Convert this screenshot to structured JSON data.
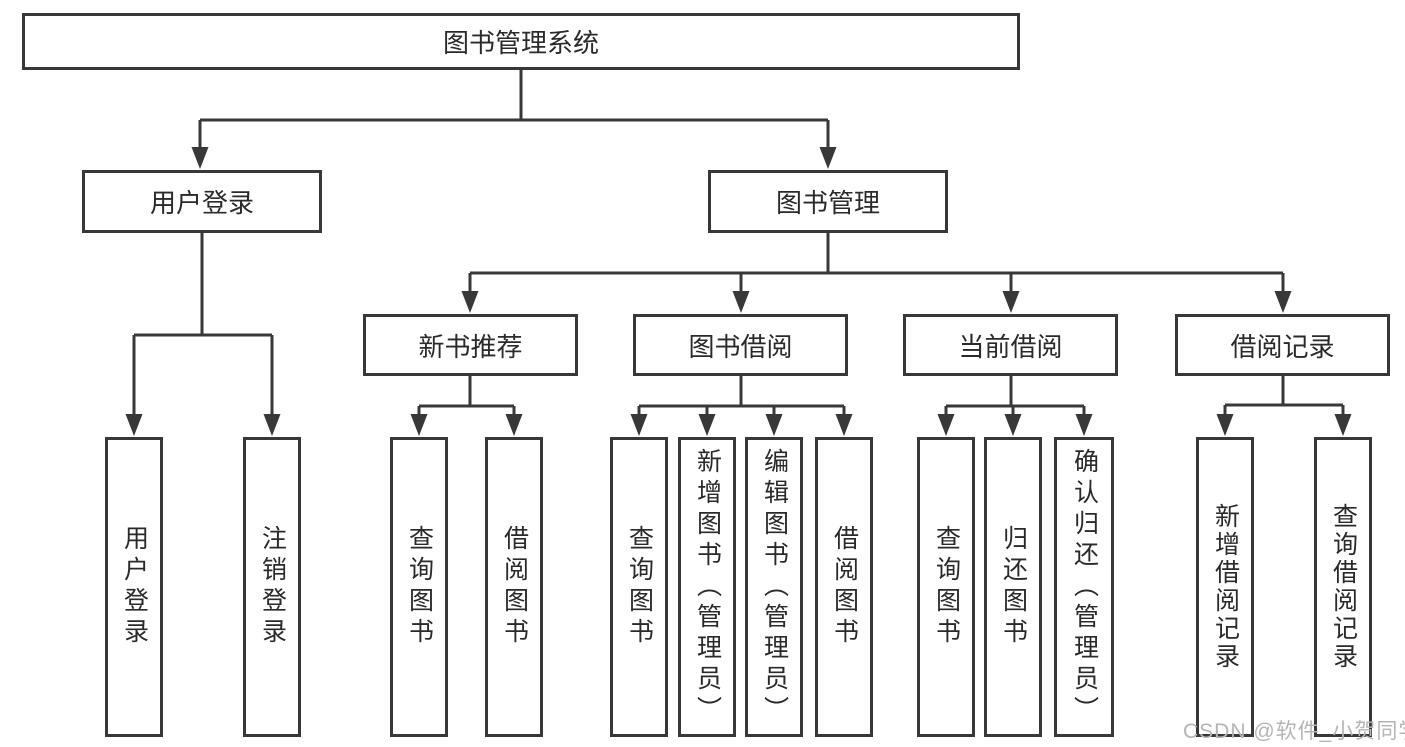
{
  "diagram": {
    "root_label": "图书管理系统",
    "level2": {
      "user_login": {
        "label": "用户登录",
        "children": [
          "用户登录",
          "注销登录"
        ]
      },
      "book_mgmt": {
        "label": "图书管理"
      }
    },
    "level3": {
      "new_books": {
        "label": "新书推荐",
        "children": [
          "查询图书",
          "借阅图书"
        ]
      },
      "book_borrow": {
        "label": "图书借阅",
        "children": [
          "查询图书",
          "新增图书（管理员）",
          "编辑图书（管理员）",
          "借阅图书"
        ]
      },
      "current_borrow": {
        "label": "当前借阅",
        "children": [
          "查询图书",
          "归还图书",
          "确认归还（管理员）"
        ]
      },
      "borrow_records": {
        "label": "借阅记录",
        "children": [
          "新增借阅记录",
          "查询借阅记录"
        ]
      }
    }
  },
  "watermark": "CSDN @软件_小贺同学",
  "colors": {
    "line": "#383838",
    "text": "#2a2a2a",
    "watermark": "#b5b5b5",
    "background": "#ffffff"
  }
}
